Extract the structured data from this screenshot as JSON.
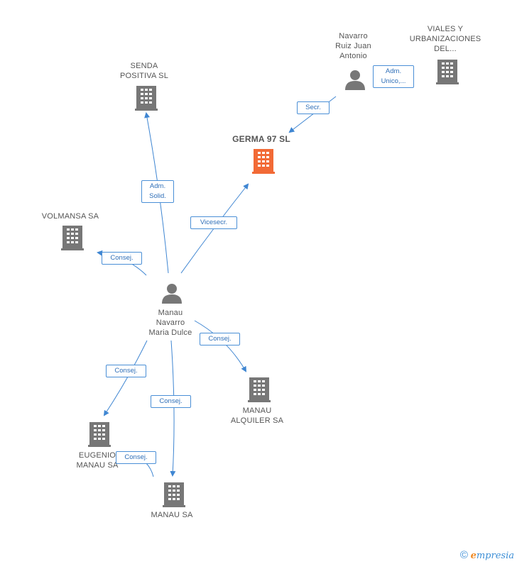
{
  "colors": {
    "edge": "#3f86d2",
    "company": "#777777",
    "main_company": "#f26a36",
    "person": "#777777"
  },
  "nodes": {
    "germa": {
      "label": "GERMA 97 SL",
      "icon": "building-icon"
    },
    "senda": {
      "label": "SENDA\nPOSITIVA SL",
      "icon": "building-icon"
    },
    "viales": {
      "label": "VIALES Y\nURBANIZACIONES\nDEL...",
      "icon": "building-icon"
    },
    "navarro_ruiz": {
      "label": "Navarro\nRuiz Juan\nAntonio",
      "icon": "person-icon"
    },
    "volmansa": {
      "label": "VOLMANSA SA",
      "icon": "building-icon"
    },
    "manau_person": {
      "label": "Manau\nNavarro\nMaria Dulce",
      "icon": "person-icon"
    },
    "manau_alquiler": {
      "label": "MANAU\nALQUILER SA",
      "icon": "building-icon"
    },
    "eugenio": {
      "label": "EUGENIO\nMANAU SA",
      "icon": "building-icon"
    },
    "manau_sa": {
      "label": "MANAU SA",
      "icon": "building-icon"
    }
  },
  "edges": {
    "adm_unico": "Adm.\nUnico,...",
    "secr": "Secr.",
    "adm_solid": "Adm.\nSolid.",
    "vicesecr": "Vicesecr.",
    "consej_volmansa": "Consej.",
    "consej_alquiler": "Consej.",
    "consej_eugenio": "Consej.",
    "consej_manau_sa": "Consej.",
    "consej_eugenio_2": "Consej."
  },
  "footer": {
    "copyright": "©",
    "brand_e": "e",
    "brand_rest": "mpresia"
  }
}
